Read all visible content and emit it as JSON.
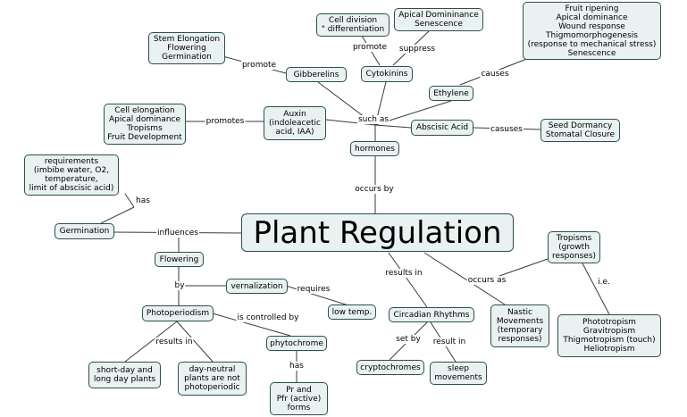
{
  "central_topic": "Plant Regulation",
  "nodes": {
    "hormones": "hormones",
    "auxin": "Auxin\n(indoleacetic\nacid, IAA)",
    "auxin_effects": "Cell elongation\nApical dominance\nTropisms\nFruit Development",
    "gibberelins": "Gibberelins",
    "gibberelin_effects": "Stem Elongation\nFlowering\nGermination",
    "cytokinins": "Cytokinins",
    "cell_division": "Cell division\n\" differentiation",
    "apical_dominance": "Apical Domininance\nSenescence",
    "ethylene": "Ethylene",
    "ethylene_effects": "Fruit ripening\nApical dominance\nWound response\nThigmomorphogenesis\n(response to mechanical stress)\nSenescence",
    "abscisic_acid": "Abscisic Acid",
    "seed_dormancy": "Seed Dormancy\nStomatal Closure",
    "requirements": "requirements\n(imbibe water, O2,\ntemperature,\nlimit of abscisic acid)",
    "germination": "Germination",
    "flowering": "Flowering",
    "vernalization": "vernalization",
    "low_temp": "low temp.",
    "photoperiodism": "Photoperiodism",
    "short_day": "short-day and\nlong day plants",
    "day_neutral": "day-neutral\nplants are not\nphotoperiodic",
    "phytochrome": "phytochrome",
    "pr_pfr": "Pr and\nPfr (active)\nforms",
    "circadian": "Circadian Rhythms",
    "cryptochromes": "cryptochromes",
    "sleep_movements": "sleep\nmovements",
    "nastic": "Nastic\nMovements\n(temporary\nresponses)",
    "tropisms": "Tropisms\n(growth\nresponses)",
    "tropism_types": "Phototropism\nGravitropism\nThigmotropism (touch)\nHeliotropism"
  },
  "links": {
    "promote": "promote",
    "promote_cyto": "promote",
    "suppress": "suppress",
    "causes": "causes",
    "such_as": "such as",
    "promotes": "promotes",
    "casuses": "casuses",
    "occurs_by": "occurs by",
    "has": "has",
    "influences": "influences",
    "results_in_main": "results in",
    "occurs_as": "occurs as",
    "ie": "i.e.",
    "by": "by",
    "requires": "requires",
    "is_controlled_by": "is controlled by",
    "results_in_photo": "results in",
    "has_phyto": "has",
    "set_by": "set by",
    "result_in": "result in"
  },
  "colors": {
    "node_fill": "#e9f1f1",
    "node_border": "#2f4f4f",
    "line": "#3a3a3a"
  }
}
